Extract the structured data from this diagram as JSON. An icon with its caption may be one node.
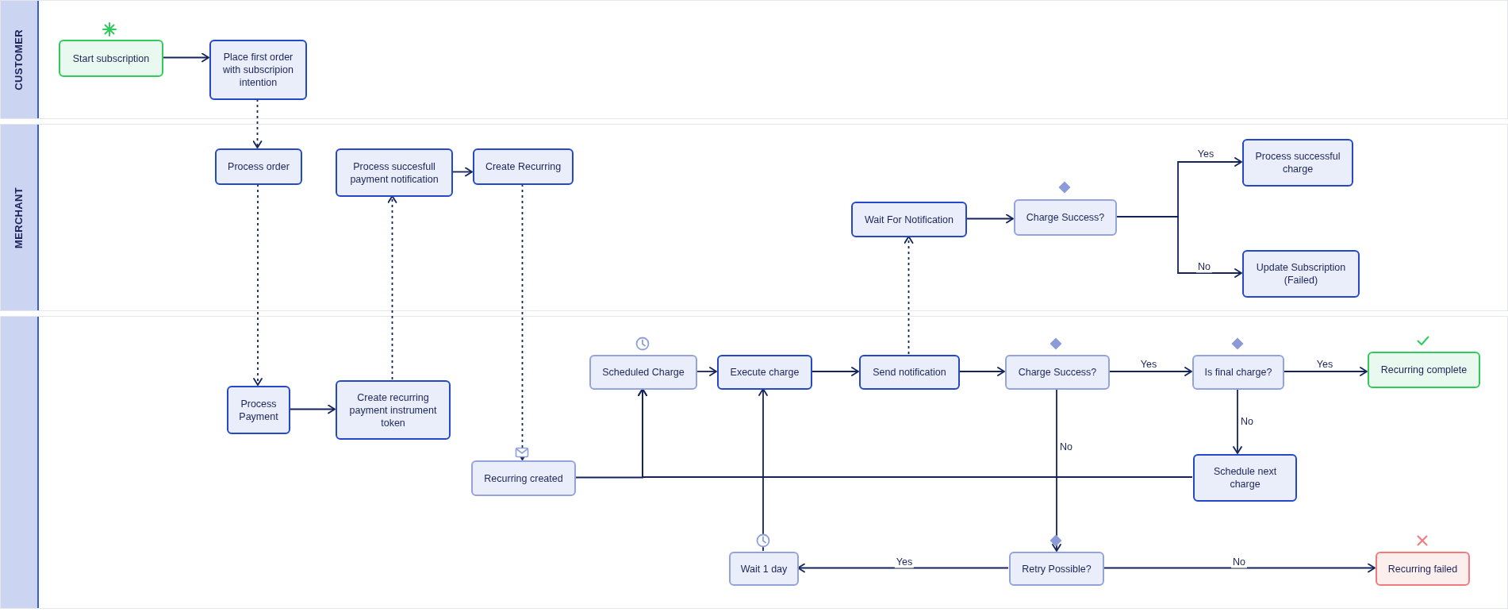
{
  "diagram": {
    "nodes": [
      {
        "text": [
          "CUSTOMER"
        ]
      },
      {
        "text": [
          "Start subscription"
        ],
        "in": 0
      },
      {
        "text": [
          "Place first order with subscripion intention"
        ],
        "in": 0
      },
      {
        "text": [
          "MERCHANT"
        ]
      },
      {
        "text": [
          "Process order"
        ],
        "in": 3
      },
      {
        "text": [
          "Process succesfull payment notification"
        ],
        "in": 3
      },
      {
        "text": [
          "Create Recurring"
        ],
        "in": 3
      },
      {
        "text": [
          "Wait For Notification"
        ],
        "in": 3
      },
      {
        "text": [
          "Charge Success?"
        ],
        "in": 3
      },
      {
        "text": [
          "Process successful charge"
        ],
        "in": 3
      },
      {
        "text": [
          "Update Subscription (Failed)"
        ],
        "in": 3
      },
      {
        "text": [],
        "shape": "box"
      },
      {
        "text": [
          "Process Payment"
        ],
        "in": 11
      },
      {
        "text": [
          "Create recurring payment instrument token"
        ],
        "in": 11
      },
      {
        "text": [
          "Scheduled Charge"
        ],
        "in": 11
      },
      {
        "text": [
          "Execute charge"
        ],
        "in": 11
      },
      {
        "text": [
          "Send notification"
        ],
        "in": 11
      },
      {
        "text": [
          "Charge Success?"
        ],
        "in": 11
      },
      {
        "text": [
          "Is final charge?"
        ],
        "in": 11
      },
      {
        "text": [
          "Recurring complete"
        ],
        "in": 11
      },
      {
        "text": [
          "Recurring created"
        ],
        "in": 11
      },
      {
        "text": [
          "Schedule next charge"
        ],
        "in": 11
      },
      {
        "text": [
          "Wait 1 day"
        ],
        "in": 11
      },
      {
        "text": [
          "Retry Possible?"
        ],
        "in": 11
      },
      {
        "text": [
          "Recurring failed"
        ],
        "in": 11
      }
    ],
    "edges": [
      {
        "from": 1,
        "to": 2,
        "arrow": "to"
      },
      {
        "from": 2,
        "to": 4,
        "arrow": "to",
        "style": "dashed"
      },
      {
        "from": 4,
        "to": 12,
        "arrow": "to",
        "style": "dashed"
      },
      {
        "from": 12,
        "to": 13,
        "arrow": "to"
      },
      {
        "from": 13,
        "to": 5,
        "arrow": "to",
        "style": "dashed"
      },
      {
        "from": 5,
        "to": 6,
        "arrow": "to"
      },
      {
        "from": 6,
        "to": 20,
        "arrow": "to",
        "style": "dashed"
      },
      {
        "from": 20,
        "to": 14,
        "arrow": "to"
      },
      {
        "from": 21,
        "to": 14,
        "arrow": "to"
      },
      {
        "from": 14,
        "to": 15,
        "arrow": "to"
      },
      {
        "from": 15,
        "to": 16,
        "arrow": "to"
      },
      {
        "from": 16,
        "to": 7,
        "arrow": "to",
        "style": "dashed"
      },
      {
        "from": 7,
        "to": 8,
        "arrow": "to"
      },
      {
        "from": 8,
        "to": 9,
        "arrow": "to",
        "label": "Yes"
      },
      {
        "from": 8,
        "to": 10,
        "arrow": "to",
        "label": "No"
      },
      {
        "from": 16,
        "to": 17,
        "arrow": "to"
      },
      {
        "from": 17,
        "to": 18,
        "arrow": "to",
        "label": "Yes"
      },
      {
        "from": 18,
        "to": 19,
        "arrow": "to",
        "label": "Yes"
      },
      {
        "from": 18,
        "to": 21,
        "arrow": "to",
        "label": "No"
      },
      {
        "from": 17,
        "to": 23,
        "arrow": "to",
        "label": "No"
      },
      {
        "from": 23,
        "to": 22,
        "arrow": "to",
        "label": "Yes"
      },
      {
        "from": 23,
        "to": 24,
        "arrow": "to",
        "label": "No"
      },
      {
        "from": 22,
        "to": 15,
        "arrow": "to"
      }
    ]
  }
}
